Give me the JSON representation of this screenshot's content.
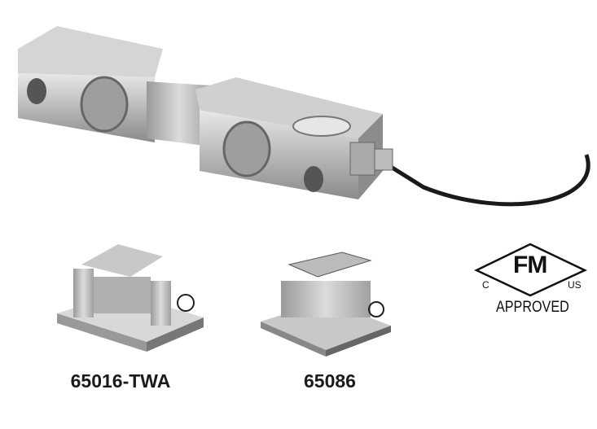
{
  "products": [
    {
      "model": "65016-TWA"
    },
    {
      "model": "65086"
    }
  ],
  "certification": {
    "mark": "FM",
    "left": "C",
    "right": "US",
    "status": "APPROVED"
  }
}
